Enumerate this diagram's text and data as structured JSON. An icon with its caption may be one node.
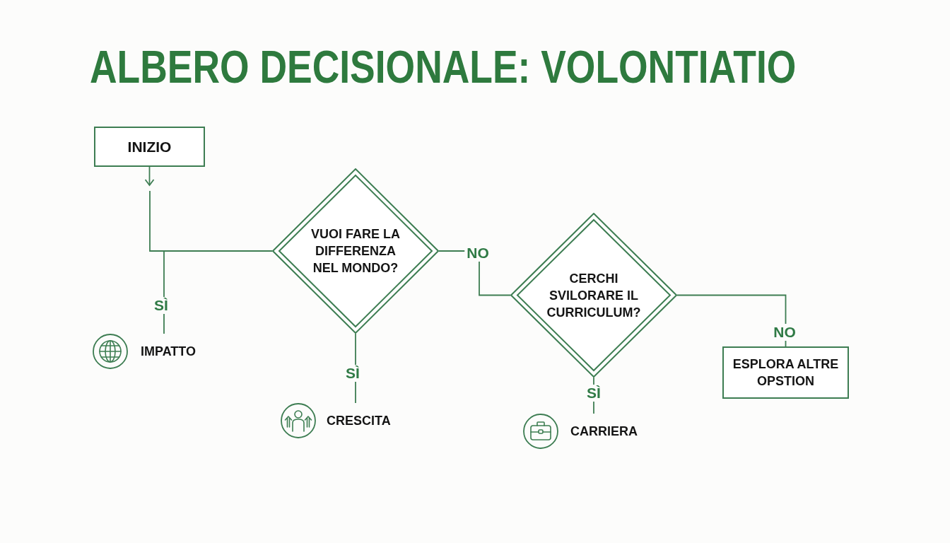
{
  "diagram": {
    "title": "ALBERO DECISIONALE: VOLONTIATIO",
    "nodes": [
      {
        "text": [
          "INIZIO"
        ]
      },
      {
        "text": [
          "VUOI FARE LA DIFFERENZA NEL MONDO?"
        ]
      },
      {
        "text": [
          "CERCHI SVILORARE IL CURRICULUM?"
        ]
      },
      {
        "text": [
          "IMPATTO"
        ]
      },
      {
        "text": [
          "ESPLORA ALTRE OPSTION"
        ]
      },
      {
        "text": [
          "CRESCITA"
        ]
      },
      {
        "text": [
          "CARRIERA"
        ]
      }
    ],
    "edges": [
      {
        "from": 0,
        "to": null,
        "arrow": "to"
      },
      {
        "from": null,
        "to": 1,
        "arrow": "none"
      },
      {
        "from": 1,
        "to": 3,
        "label": "SÌ",
        "arrow": "none"
      },
      {
        "from": 1,
        "to": 5,
        "label": "SÌ",
        "arrow": "none"
      },
      {
        "from": 1,
        "to": 2,
        "label": "NO",
        "arrow": "none"
      },
      {
        "from": 2,
        "to": 6,
        "label": "SÌ",
        "arrow": "none"
      },
      {
        "from": 2,
        "to": 4,
        "label": "NO",
        "arrow": "none"
      }
    ]
  }
}
